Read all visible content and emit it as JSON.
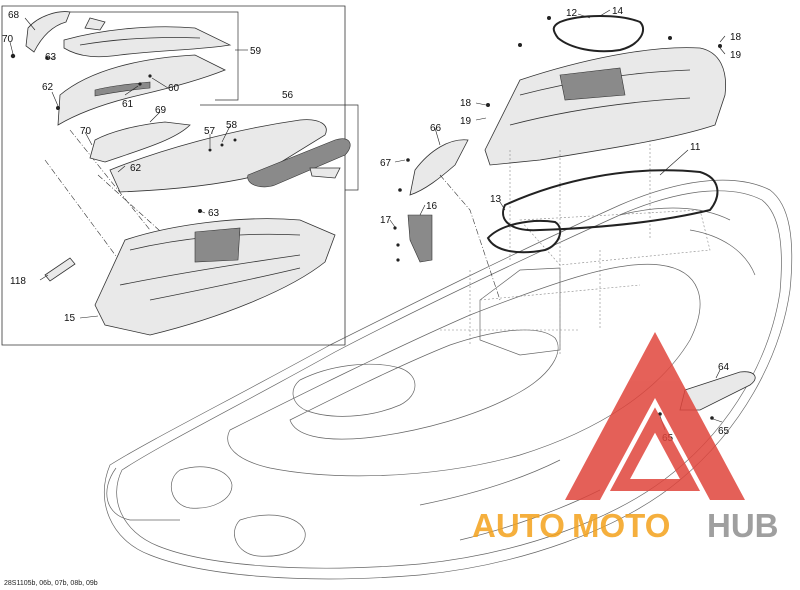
{
  "diagram": {
    "callouts": [
      {
        "id": "68",
        "label": "68"
      },
      {
        "id": "70a",
        "label": "70"
      },
      {
        "id": "63a",
        "label": "63"
      },
      {
        "id": "62a",
        "label": "62"
      },
      {
        "id": "61",
        "label": "61"
      },
      {
        "id": "60",
        "label": "60"
      },
      {
        "id": "59",
        "label": "59"
      },
      {
        "id": "69",
        "label": "69"
      },
      {
        "id": "56",
        "label": "56"
      },
      {
        "id": "70b",
        "label": "70"
      },
      {
        "id": "57",
        "label": "57"
      },
      {
        "id": "58",
        "label": "58"
      },
      {
        "id": "62b",
        "label": "62"
      },
      {
        "id": "63b",
        "label": "63"
      },
      {
        "id": "118",
        "label": "118"
      },
      {
        "id": "15",
        "label": "15"
      },
      {
        "id": "66",
        "label": "66"
      },
      {
        "id": "67",
        "label": "67"
      },
      {
        "id": "17",
        "label": "17"
      },
      {
        "id": "16",
        "label": "16"
      },
      {
        "id": "12",
        "label": "12"
      },
      {
        "id": "14",
        "label": "14"
      },
      {
        "id": "18a",
        "label": "18"
      },
      {
        "id": "19a",
        "label": "19"
      },
      {
        "id": "18b",
        "label": "18"
      },
      {
        "id": "19b",
        "label": "19"
      },
      {
        "id": "11",
        "label": "11"
      },
      {
        "id": "13",
        "label": "13"
      },
      {
        "id": "64",
        "label": "64"
      },
      {
        "id": "65a",
        "label": "65"
      },
      {
        "id": "65b",
        "label": "65"
      }
    ],
    "drawing_code": "28S1105b, 06b, 07b, 08b, 09b"
  },
  "watermark": {
    "word_auto": "AUTO",
    "word_moto": "MOTO",
    "word_hub": "HUB",
    "color_red": "#e0453c",
    "color_orange": "#f4a21c",
    "color_gray": "#8f8f8f"
  }
}
